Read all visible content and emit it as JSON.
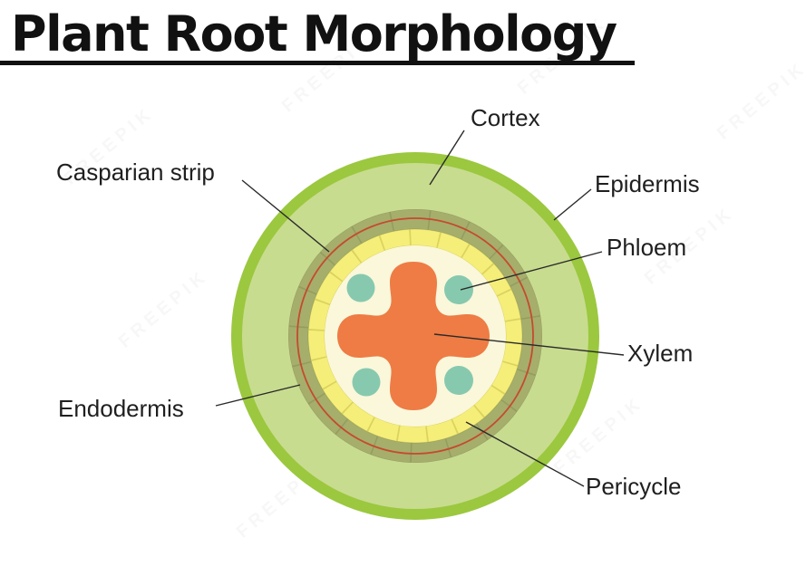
{
  "title": {
    "text": "Plant Root Morphology"
  },
  "watermark": {
    "text": "FREEPIK"
  },
  "diagram": {
    "type": "plant-root-cross-section",
    "labels": {
      "cortex": "Cortex",
      "casparian": "Casparian strip",
      "epidermis": "Epidermis",
      "phloem": "Phloem",
      "xylem": "Xylem",
      "endodermis": "Endodermis",
      "pericycle": "Pericycle"
    },
    "colors": {
      "epidermis": "#9BC83F",
      "cortex": "#C8DC8F",
      "endodermis": "#A6AE6C",
      "endodermis_lines": "#949D60",
      "casparian_strip": "#C44B2E",
      "pericycle": "#F5EF7A",
      "pericycle_lines": "#DBD35E",
      "stele": "#FAF7DB",
      "xylem": "#EE7C44",
      "phloem": "#87C9AE",
      "leader_line": "#2a2a2a",
      "title_text": "#111111"
    }
  }
}
